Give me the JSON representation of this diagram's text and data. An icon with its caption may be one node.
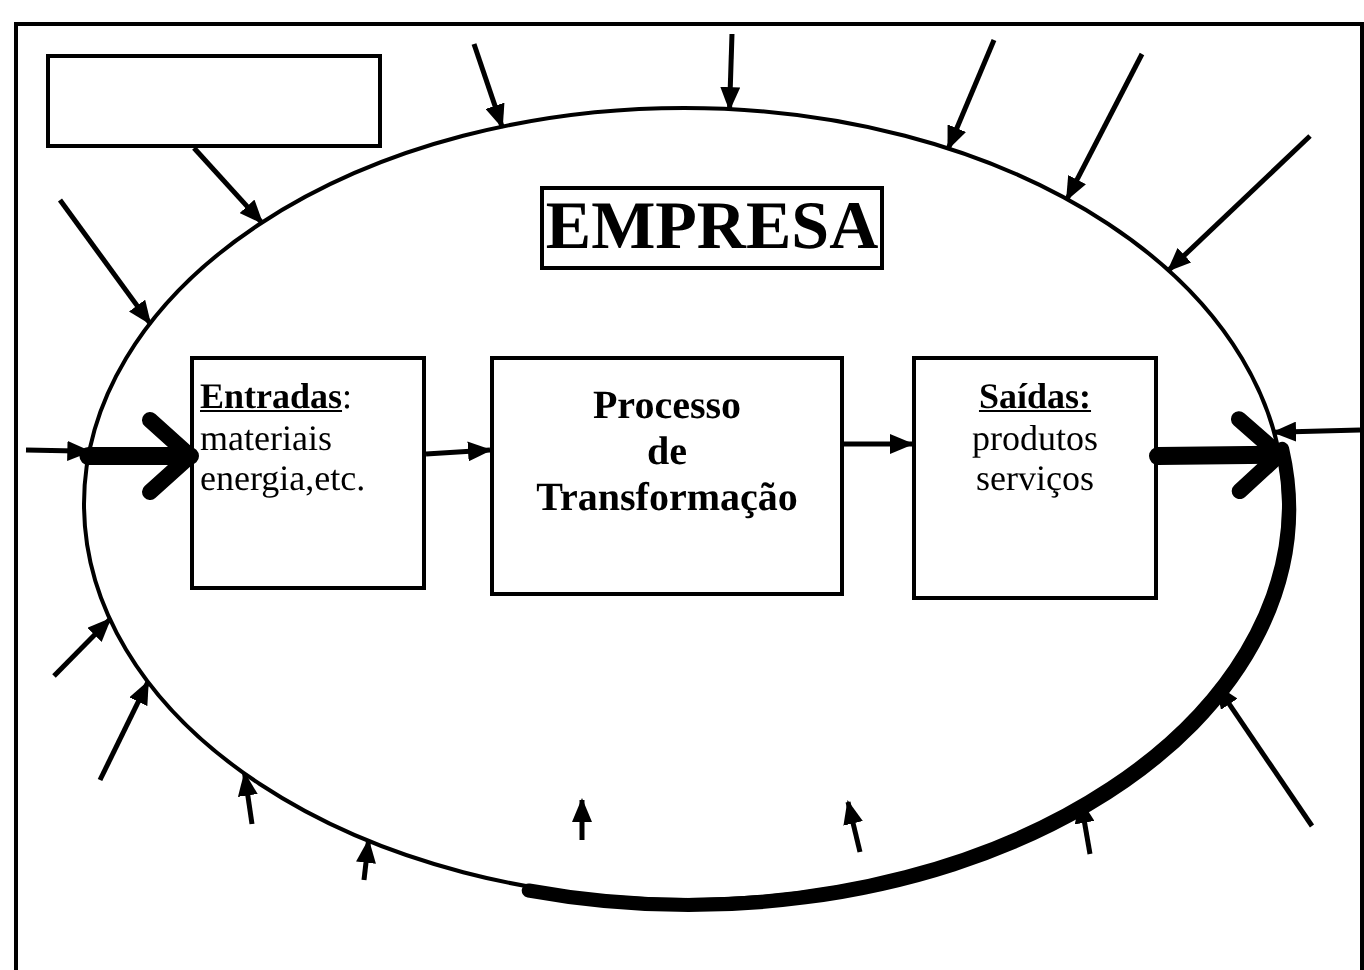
{
  "diagram": {
    "nodes": [
      {
        "text": [],
        "shape": "circle"
      },
      {
        "text": [
          "EMPRESA"
        ],
        "in": 0
      },
      {
        "text": [
          "**Entradas**:",
          "materiais energia,etc."
        ],
        "in": 0
      },
      {
        "text": [
          "Processo de Transformação"
        ],
        "in": 0
      },
      {
        "text": [
          "Saídas:",
          "produtos serviços"
        ],
        "in": 0
      },
      {
        "text": [],
        "shape": "box"
      }
    ],
    "edges": [
      {
        "from": 0,
        "to": 2,
        "arrow": "to",
        "style": "thick"
      },
      {
        "from": 2,
        "to": 3,
        "arrow": "to"
      },
      {
        "from": 3,
        "to": 4,
        "arrow": "to"
      },
      {
        "from": 4,
        "to": 0,
        "arrow": "to",
        "style": "thick"
      },
      {
        "from": null,
        "to": 0,
        "arrow": "to"
      },
      {
        "from": 5,
        "to": 0,
        "arrow": "to"
      },
      {
        "from": null,
        "to": 0,
        "arrow": "to"
      },
      {
        "from": null,
        "to": 0,
        "arrow": "to"
      },
      {
        "from": null,
        "to": 0,
        "arrow": "to"
      },
      {
        "from": null,
        "to": 0,
        "arrow": "to"
      },
      {
        "from": null,
        "to": 0,
        "arrow": "to"
      },
      {
        "from": null,
        "to": 0,
        "arrow": "to"
      },
      {
        "from": null,
        "to": 0,
        "arrow": "to"
      },
      {
        "from": null,
        "to": 0,
        "arrow": "to"
      },
      {
        "from": null,
        "to": 0,
        "arrow": "to"
      },
      {
        "from": null,
        "to": 0,
        "arrow": "to"
      },
      {
        "from": null,
        "to": 0,
        "arrow": "to"
      },
      {
        "from": null,
        "to": 0,
        "arrow": "to"
      },
      {
        "from": null,
        "to": 0,
        "arrow": "to"
      }
    ]
  }
}
